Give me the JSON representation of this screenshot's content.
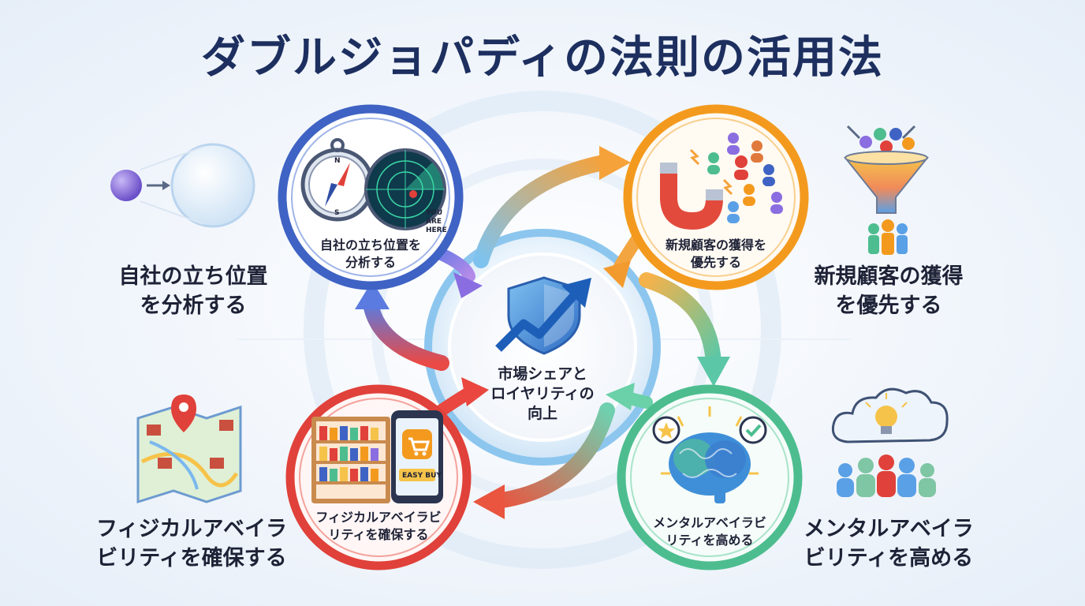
{
  "title": "ダブルジョパディの法則の活用法",
  "center": {
    "lines": [
      "市場シェアと",
      "ロイヤリティの",
      "向上"
    ]
  },
  "quadrants": {
    "position": {
      "circle_lines": [
        "自社の立ち位置を",
        "分析する"
      ],
      "side_lines": [
        "自社の立ち位置",
        "を分析する"
      ],
      "color": "#3f63c4",
      "radar_label_lines": [
        "YOU",
        "ARE",
        "HERE"
      ]
    },
    "acquisition": {
      "circle_lines": [
        "新規顧客の獲得を",
        "優先する"
      ],
      "side_lines": [
        "新規顧客の獲得",
        "を優先する"
      ],
      "color": "#f39a1e"
    },
    "physical": {
      "circle_lines": [
        "フィジカルアベイラビ",
        "リティを確保する"
      ],
      "side_lines": [
        "フィジカルアベイラ",
        "ビリティを確保する"
      ],
      "color": "#e0413a",
      "shop_label": "EASY BUY"
    },
    "mental": {
      "circle_lines": [
        "メンタルアベイラビ",
        "リティを高める"
      ],
      "side_lines": [
        "メンタルアベイラ",
        "ビリティを高める"
      ],
      "color": "#4dbd8f"
    }
  },
  "colors": {
    "title": "#1d2f5f",
    "center_ring": "#5aa8e6",
    "text": "#1e2236"
  }
}
